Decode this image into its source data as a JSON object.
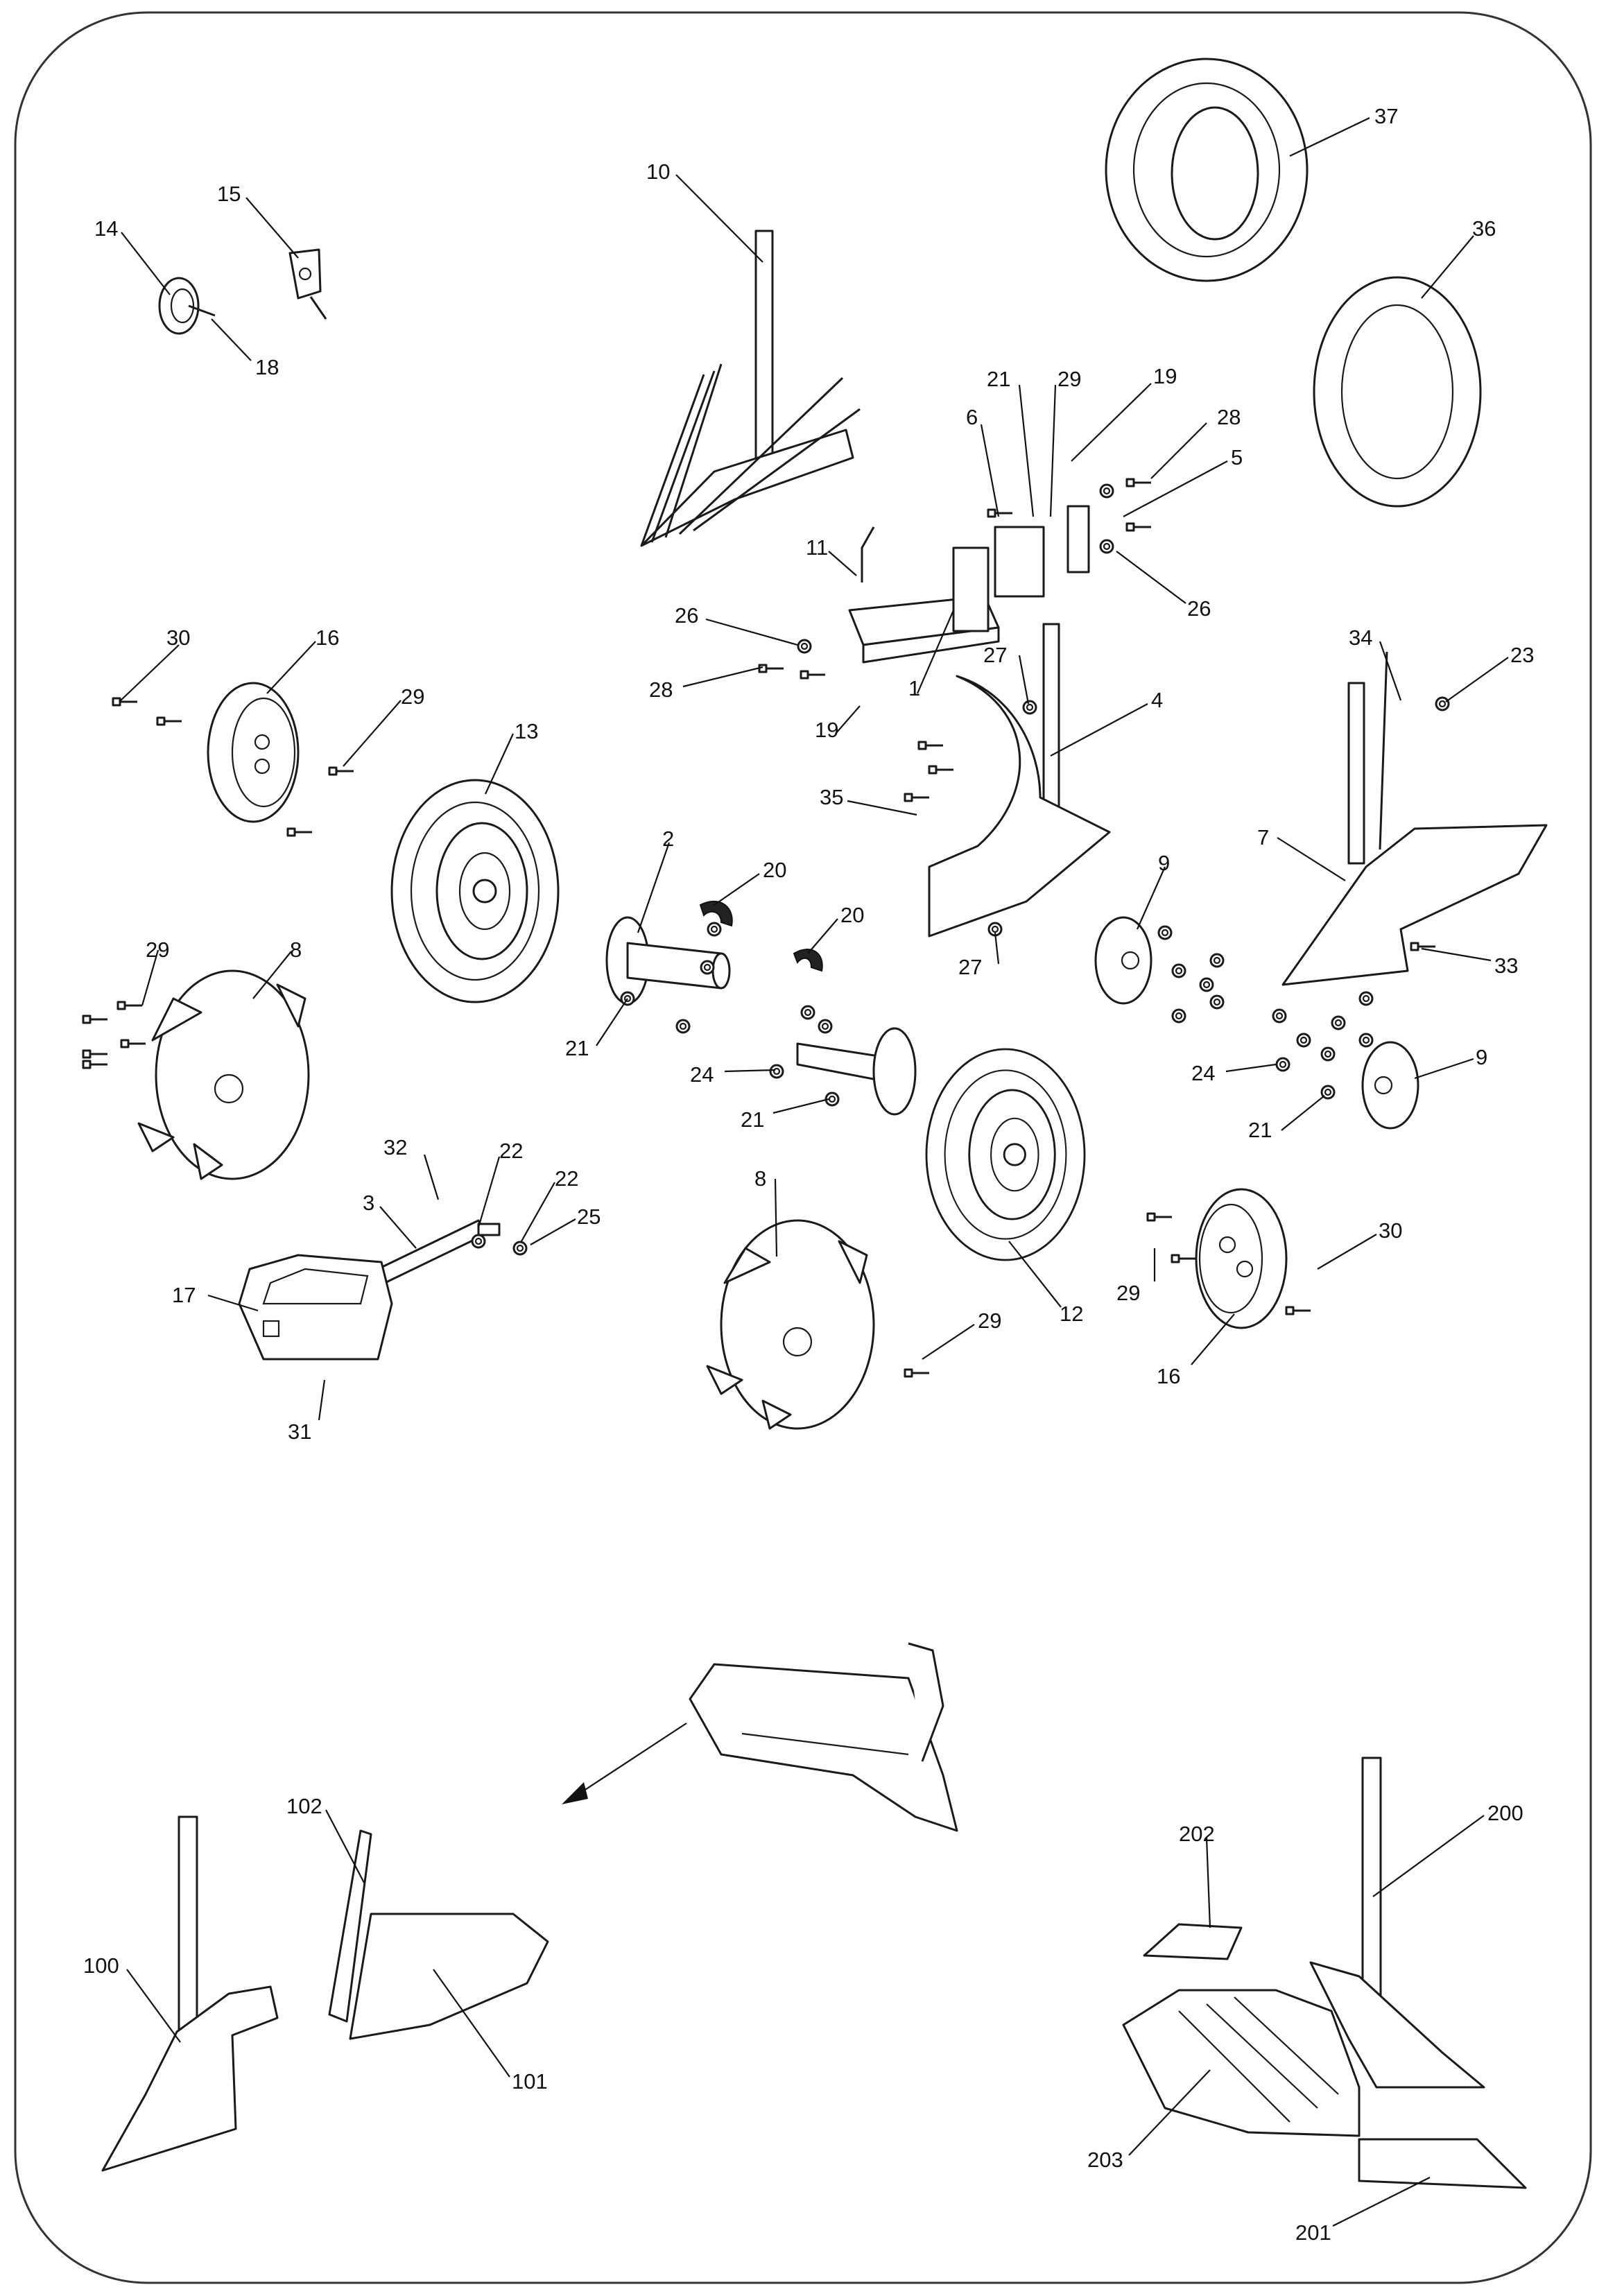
{
  "callouts": {
    "n1": "1",
    "n2": "2",
    "n3": "3",
    "n4": "4",
    "n5": "5",
    "n6": "6",
    "n7": "7",
    "n8a": "8",
    "n8b": "8",
    "n9a": "9",
    "n9b": "9",
    "n10": "10",
    "n11": "11",
    "n12": "12",
    "n13": "13",
    "n14": "14",
    "n15": "15",
    "n16a": "16",
    "n16b": "16",
    "n17": "17",
    "n18": "18",
    "n19a": "19",
    "n19b": "19",
    "n20a": "20",
    "n20b": "20",
    "n21a": "21",
    "n21b": "21",
    "n21c": "21",
    "n21d": "21",
    "n22a": "22",
    "n22b": "22",
    "n23": "23",
    "n24a": "24",
    "n24b": "24",
    "n25": "25",
    "n26a": "26",
    "n26b": "26",
    "n27a": "27",
    "n27b": "27",
    "n28a": "28",
    "n28b": "28",
    "n29a": "29",
    "n29b": "29",
    "n29c": "29",
    "n29d": "29",
    "n29e": "29",
    "n30a": "30",
    "n30b": "30",
    "n31": "31",
    "n32": "32",
    "n33": "33",
    "n34": "34",
    "n35": "35",
    "n36": "36",
    "n37": "37",
    "n100": "100",
    "n101": "101",
    "n102": "102",
    "n200": "200",
    "n201": "201",
    "n202": "202",
    "n203": "203"
  },
  "colors": {
    "line": "#1a1a1a",
    "background": "#ffffff",
    "frame": "#333333"
  }
}
